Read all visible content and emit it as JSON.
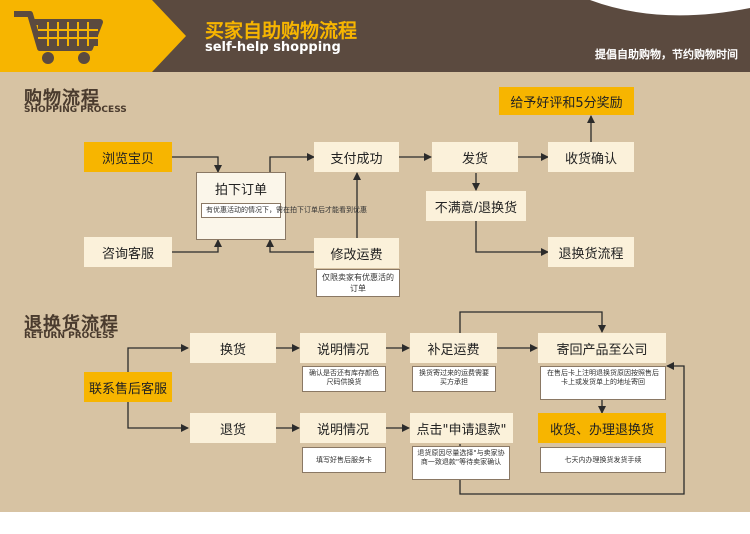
{
  "header": {
    "title": "买家自助购物流程",
    "subtitle": "self-help shopping",
    "slogan": "提倡自助购物，节约购物时间",
    "cart_icon": "shopping-cart-icon",
    "colors": {
      "accent": "#f7b500",
      "bar": "#5b4a3f",
      "panel": "#d7c3a3"
    }
  },
  "shopping": {
    "title": "购物流程",
    "subtitle": "SHOPPING PROCESS",
    "browse": "浏览宝贝",
    "consult": "咨询客服",
    "order": "拍下订单",
    "order_note": "有优惠活动的情况下，需在拍下订单后才能看到优惠",
    "modify_freight": "修改运费",
    "modify_note": "仅限卖家有优惠活的订单",
    "paid": "支付成功",
    "ship": "发货",
    "confirm": "收货确认",
    "review": "给予好评和5分奖励",
    "unsatisfied": "不满意/退换货",
    "return_flow": "退换货流程"
  },
  "returns": {
    "title": "退换货流程",
    "subtitle": "RETURN PROCESS",
    "contact": "联系售后客服",
    "exchange": "换货",
    "refund": "退货",
    "explain_1": "说明情况",
    "explain_1_note": "确认是否还有库存颜色尺码供换货",
    "explain_2": "说明情况",
    "explain_2_note": "填写好售后服务卡",
    "pay_freight": "补足运费",
    "pay_freight_note": "换货寄过来的运费需要买方承担",
    "apply_refund": "点击\"申请退款\"",
    "apply_refund_note": "退货原因尽量选择\"与卖家协商一致退款\"等待卖家确认",
    "send_back": "寄回产品至公司",
    "send_back_note": "在售后卡上注明退换货原因按照售后卡上或发货单上的地址寄回",
    "receive": "收货、办理退换货",
    "receive_note": "七天内办理换货发货手续"
  }
}
